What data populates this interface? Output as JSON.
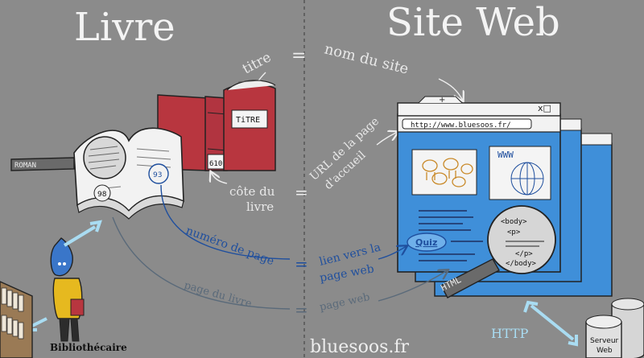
{
  "headings": {
    "left": "Livre",
    "right": "Site Web"
  },
  "equivalences": {
    "title_left": "titre",
    "title_right": "nom du site",
    "shelf_mark_left": [
      "côte du",
      "livre"
    ],
    "shelf_mark_right": [
      "URL de la page",
      "d'accueil"
    ],
    "page_number_left": "numéro de page",
    "page_number_right": [
      "lien vers la",
      "page web"
    ],
    "page_left": "page du livre",
    "page_right": "page web",
    "equals": "="
  },
  "book_labels": {
    "spine_tag": "ROMAN",
    "cover_title": "TiTRE",
    "spine_number": "610",
    "page_left_number": "98",
    "page_right_number": "93"
  },
  "browser": {
    "url": "http://www.bluesoos.fr/",
    "tab_plus": "+",
    "window_controls": "x□",
    "quiz_link": "Quiz",
    "www_text": "WWW",
    "code_lines": [
      "<body>",
      "<p>",
      "</p>",
      "</body>"
    ],
    "pen_label": "HTML"
  },
  "people": {
    "librarian": "Bibliothécaire"
  },
  "server": {
    "label": [
      "Serveur",
      "Web"
    ],
    "protocol": "HTTP"
  },
  "credit": "bluesoos.fr",
  "colors": {
    "background": "#8b8b8b",
    "book_red": "#b8363f",
    "browser_blue": "#3f8fd9",
    "chalk_white": "#f2f2f2",
    "ink_blue": "#1f4f9e",
    "arrow_light_blue": "#a9dcf2"
  }
}
